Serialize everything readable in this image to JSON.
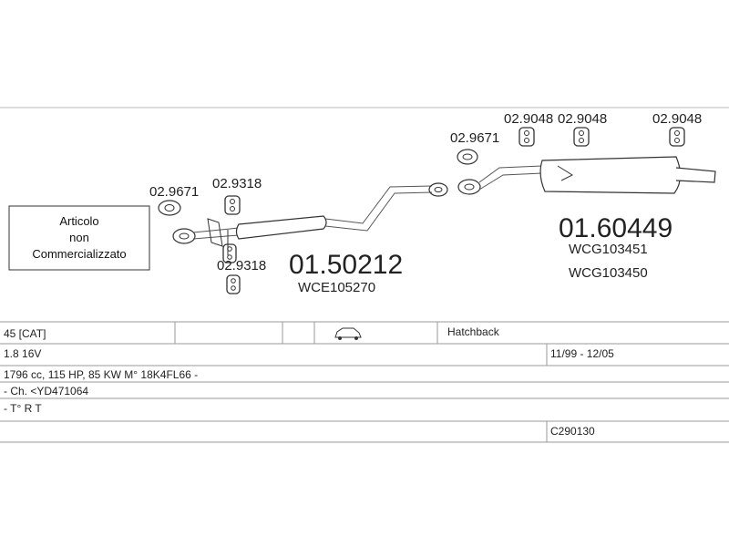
{
  "diagram": {
    "note": {
      "line1": "Articolo",
      "line2": "non",
      "line3": "Commercializzato"
    },
    "parts": {
      "gasket_left": "02.9671",
      "hanger_top": "02.9318",
      "hanger_bottom": "02.9318",
      "middle_silencer": "01.50212",
      "middle_silencer_code": "WCE105270",
      "gasket_right": "02.9671",
      "hanger_r1": "02.9048",
      "hanger_r2": "02.9048",
      "hanger_r3": "02.9048",
      "rear_silencer": "01.60449",
      "rear_code_1": "WCG103451",
      "rear_code_2": "WCG103450"
    }
  },
  "table": {
    "model": "45  [CAT]",
    "body_type": "Hatchback",
    "engine": "1.8 16V",
    "years": "11/99 - 12/05",
    "spec": "1796 cc, 115 HP, 85 KW M° 18K4FL66 -",
    "chassis": "- Ch. <YD471064",
    "type": "- T° R T",
    "ref": "C290130"
  },
  "icons": {
    "body": "car-hatchback-icon"
  }
}
